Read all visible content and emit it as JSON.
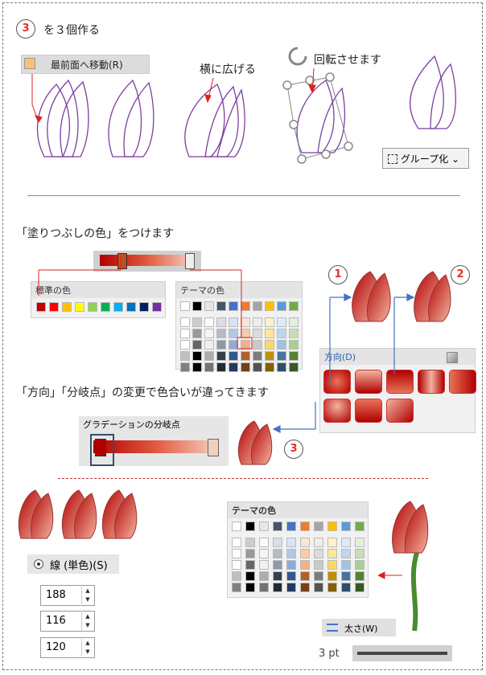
{
  "step": {
    "num": "3",
    "text": "を３個作る"
  },
  "bring_front": {
    "label": "最前面へ移動(R)"
  },
  "widen_label": "横に広げる",
  "rotate_label": "回転させます",
  "group_button": {
    "label": "グループ化",
    "chevron": "⌄"
  },
  "fill_heading": "「塗りつぶしの色」をつけます",
  "std_colors": {
    "title": "標準の色",
    "colors": [
      "#c00000",
      "#ff0000",
      "#ffc000",
      "#ffff00",
      "#92d050",
      "#00b050",
      "#00b0f0",
      "#0070c0",
      "#002060",
      "#7030a0"
    ]
  },
  "theme_colors": {
    "title": "テーマの色",
    "top": [
      "#ffffff",
      "#000000",
      "#e7e6e6",
      "#44546a",
      "#4472c4",
      "#ed7d31",
      "#a5a5a5",
      "#ffc000",
      "#5b9bd5",
      "#70ad47"
    ]
  },
  "direction_label": "方向(D)",
  "circled": [
    "1",
    "2",
    "3"
  ],
  "change_label": "「方向」「分岐点」の変更で色合いが違ってきます",
  "gradient_stops_label": "グラデーションの分岐点",
  "line_option": {
    "label": "線 (単色)(S)"
  },
  "rgb": {
    "r": "188",
    "g": "116",
    "b": "120"
  },
  "theme_colors2_title": "テーマの色",
  "weight": {
    "label": "太さ(W)",
    "value": "3 pt"
  }
}
